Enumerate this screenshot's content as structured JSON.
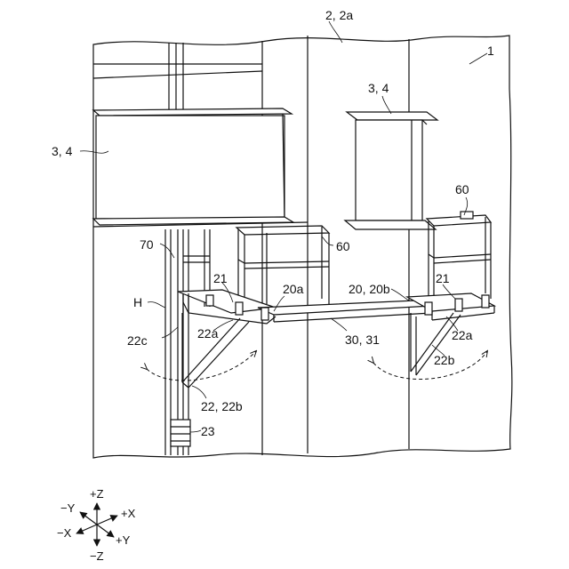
{
  "labels": {
    "ref_1": "1",
    "ref_2": "2, 2a",
    "ref_34_left": "3, 4",
    "ref_34_right": "3, 4",
    "ref_60_left": "60",
    "ref_60_right": "60",
    "ref_70": "70",
    "ref_H": "H",
    "ref_21_left": "21",
    "ref_21_right": "21",
    "ref_20a": "20a",
    "ref_20_20b": "20, 20b",
    "ref_22a_left": "22a",
    "ref_22a_right": "22a",
    "ref_22c": "22c",
    "ref_22b_right": "22b",
    "ref_22_22b": "22, 22b",
    "ref_30_31": "30, 31",
    "ref_23": "23"
  },
  "axes": {
    "plus_z": "+Z",
    "minus_z": "−Z",
    "plus_x": "+X",
    "minus_x": "−X",
    "plus_y": "+Y",
    "minus_y": "−Y"
  }
}
